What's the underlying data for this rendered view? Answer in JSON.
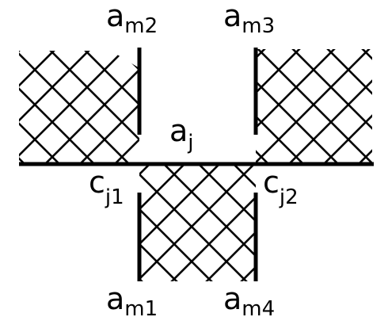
{
  "labels": {
    "a_m2": {
      "base": "a",
      "sub": "m2"
    },
    "a_m3": {
      "base": "a",
      "sub": "m3"
    },
    "a_j": {
      "base": "a",
      "sub": "j"
    },
    "c_j1": {
      "base": "c",
      "sub": "j1"
    },
    "c_j2": {
      "base": "c",
      "sub": "j2"
    },
    "a_m1": {
      "base": "a",
      "sub": "m1"
    },
    "a_m4": {
      "base": "a",
      "sub": "m4"
    }
  },
  "colors": {
    "ink": "#000000",
    "background": "#ffffff"
  }
}
